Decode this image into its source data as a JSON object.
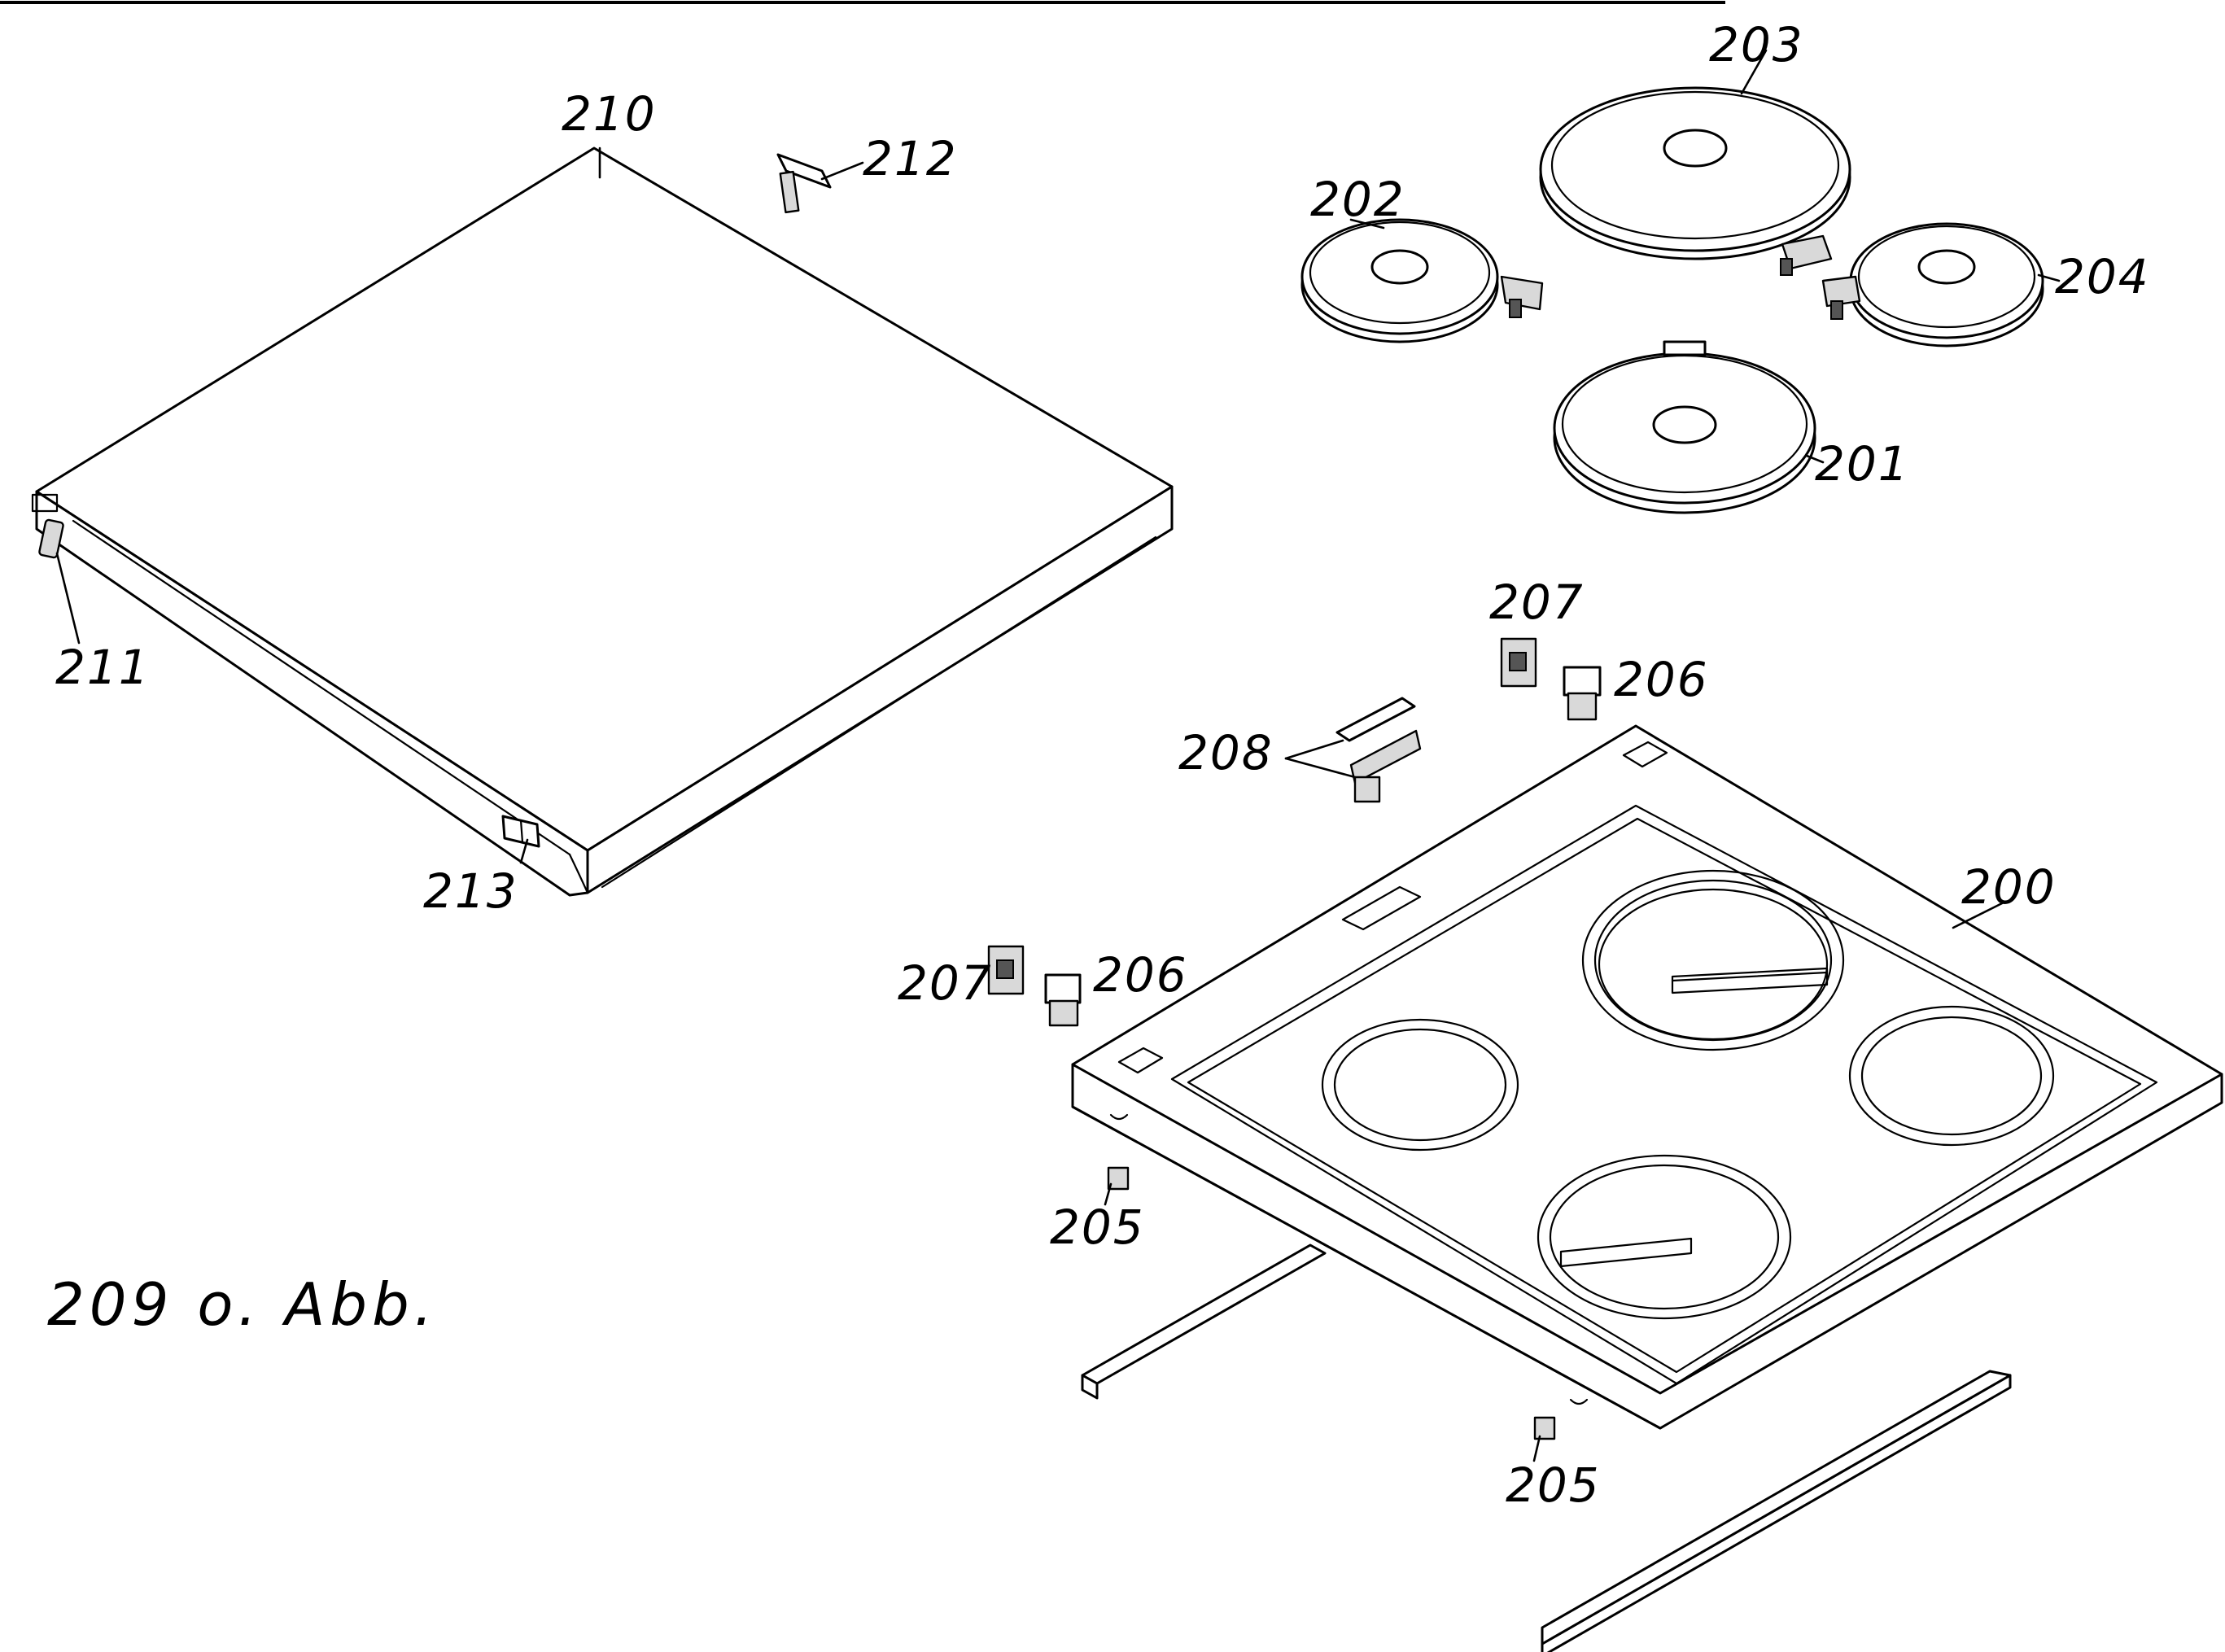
{
  "labels": {
    "p200": "200",
    "p201": "201",
    "p202": "202",
    "p203": "203",
    "p204": "204",
    "p205a": "205",
    "p205b": "205",
    "p206a": "206",
    "p206b": "206",
    "p207a": "207",
    "p207b": "207",
    "p208": "208",
    "p210": "210",
    "p211": "211",
    "p212": "212",
    "p213": "213"
  },
  "note": "209 o. Abb."
}
